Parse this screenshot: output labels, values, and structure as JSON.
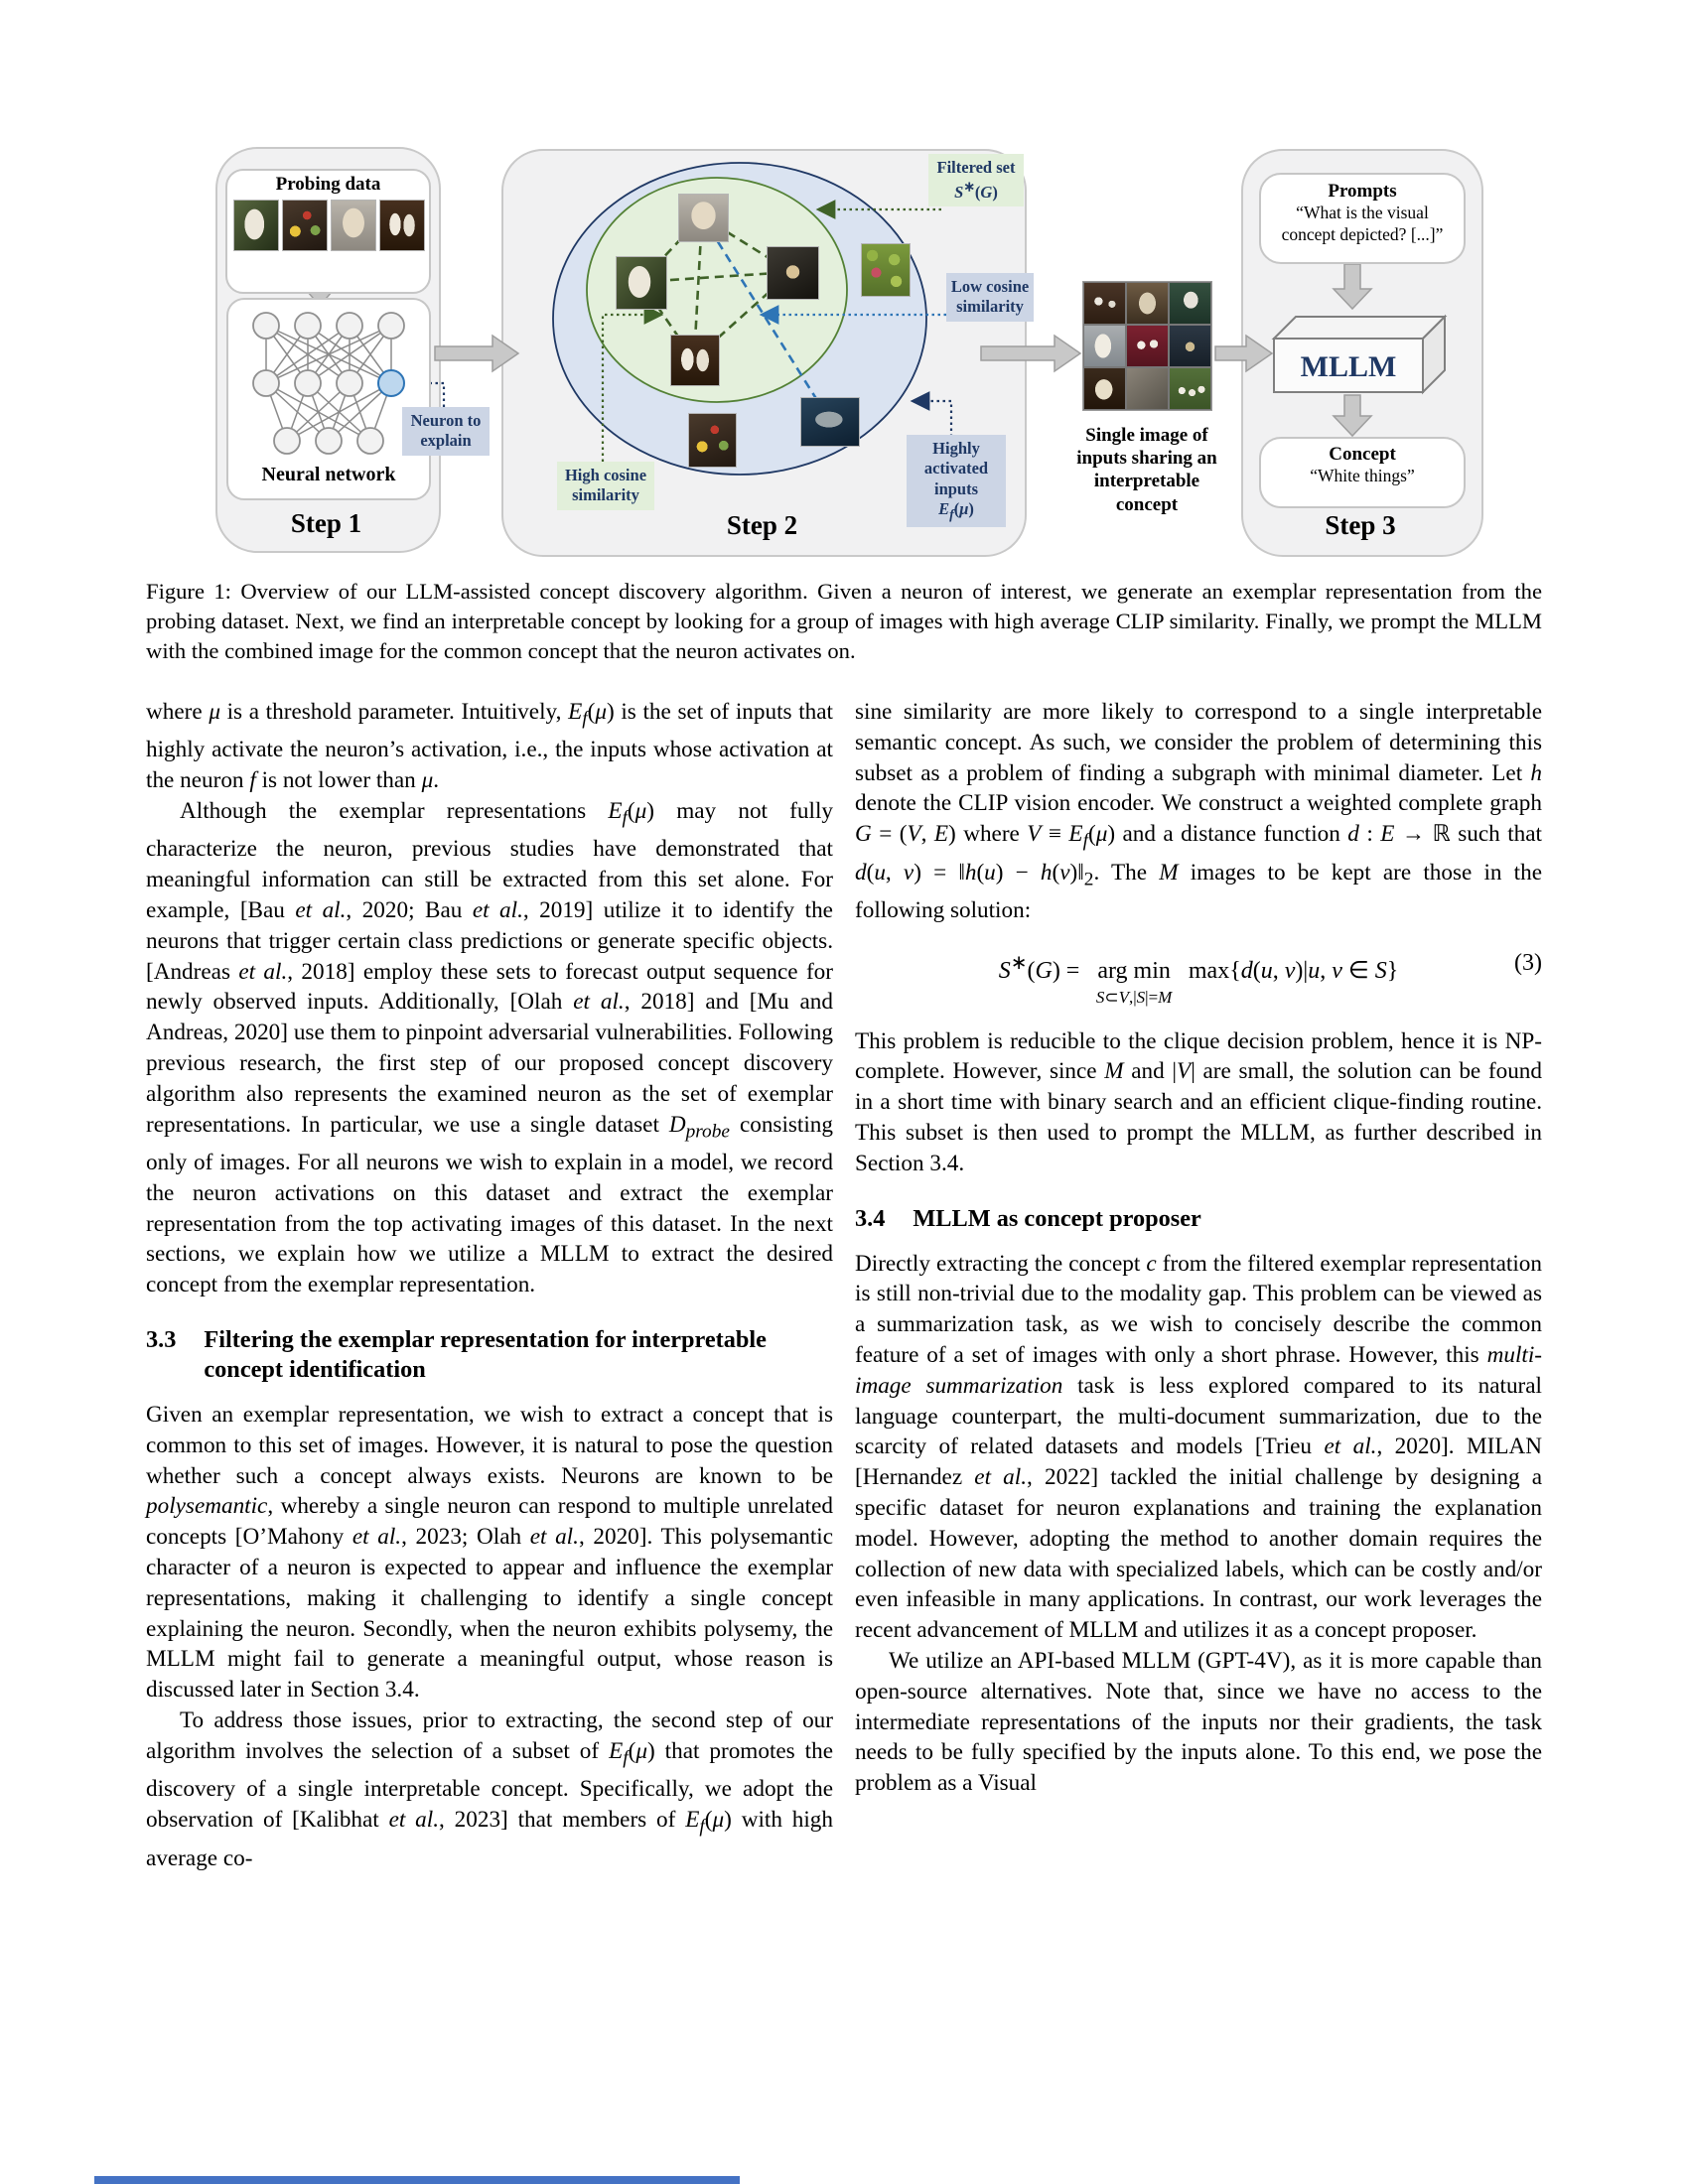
{
  "colors": {
    "navy_accent": "#1f3864",
    "green_label_bg": "#e2efda",
    "blue_label_bg": "#ccd5e5",
    "green_ellipse": "#e4f0dc",
    "blue_ellipse": "#dae3f1",
    "bottom_bar_blue": "#4472c4"
  },
  "figure": {
    "step1": {
      "probing_title": "Probing data",
      "network_label": "Neural network",
      "step_label": "Step 1",
      "neuron_callout": "Neuron to explain"
    },
    "step2": {
      "step_label": "Step 2",
      "filtered_line1": "Filtered set",
      "filtered_line2": "*S*^∗^(*G*)",
      "low_callout": "Low cosine similarity",
      "high_callout": "High cosine similarity",
      "highly_line1": "Highly activated inputs",
      "highly_line2": "*E~f~*(*μ*)"
    },
    "bridge": {
      "single_image_caption": "Single image of inputs sharing an interpretable concept"
    },
    "step3": {
      "step_label": "Step 3",
      "prompts_title": "Prompts",
      "prompts_text": "“What is the visual concept depicted? [...]”",
      "mllm_label": "MLLM",
      "concept_title": "Concept",
      "concept_text": "“White things”"
    }
  },
  "caption": "Figure 1: Overview of our LLM-assisted concept discovery algorithm. Given a neuron of interest, we generate an exemplar representation from the probing dataset. Next, we find an interpretable concept by looking for a group of images with high average CLIP similarity. Finally, we prompt the MLLM with the combined image for the common concept that the neuron activates on.",
  "left_column": {
    "p1": "where *μ* is a threshold parameter. Intuitively, *E~f~*(*μ*) is the set of inputs that highly activate the neuron’s activation, i.e., the inputs whose activation at the neuron *f* is not lower than *μ*.",
    "p2": "Although the exemplar representations *E~f~*(*μ*) may not fully characterize the neuron, previous studies have demonstrated that meaningful information can still be extracted from this set alone. For example, [Bau *et al.*, 2020; Bau *et al.*, 2019] utilize it to identify the neurons that trigger certain class predictions or generate specific objects. [Andreas *et al.*, 2018] employ these sets to forecast output sequence for newly observed inputs. Additionally, [Olah *et al.*, 2018] and [Mu and Andreas, 2020] use them to pinpoint adversarial vulnerabilities. Following previous research, the first step of our proposed concept discovery algorithm also represents the examined neuron as the set of exemplar representations. In particular, we use a single dataset *D~probe~* consisting only of images. For all neurons we wish to explain in a model, we record the neuron activations on this dataset and extract the exemplar representation from the top activating images of this dataset. In the next sections, we explain how we utilize a MLLM to extract the desired concept from the exemplar representation.",
    "heading_33": {
      "number": "3.3",
      "title": "Filtering the exemplar representation for interpretable concept identification"
    },
    "p3": "Given an exemplar representation, we wish to extract a concept that is common to this set of images. However, it is natural to pose the question whether such a concept always exists. Neurons are known to be *polysemantic*, whereby a single neuron can respond to multiple unrelated concepts [O’Mahony *et al.*, 2023; Olah *et al.*, 2020]. This polysemantic character of a neuron is expected to appear and influence the exemplar representations, making it challenging to identify a single concept explaining the neuron. Secondly, when the neuron exhibits polysemy, the MLLM might fail to generate a meaningful output, whose reason is discussed later in Section 3.4.",
    "p4": "To address those issues, prior to extracting, the second step of our algorithm involves the selection of a subset of *E~f~*(*μ*) that promotes the discovery of a single interpretable concept. Specifically, we adopt the observation of [Kalibhat *et al.*, 2023] that members of *E~f~*(*μ*) with high average co-"
  },
  "right_column": {
    "p1": "sine similarity are more likely to correspond to a single interpretable semantic concept. As such, we consider the problem of determining this subset as a problem of finding a subgraph with minimal diameter. Let *h* denote the CLIP vision encoder. We construct a weighted complete graph *G* = (*V*, *E*) where *V* ≡ *E~f~*(*μ*) and a distance function *d* : *E* → ℝ such that *d*(*u*, *v*) = ‖*h*(*u*) − *h*(*v*)‖~2~. The *M* images to be kept are those in the following solution:",
    "equation": {
      "lhs": "*S*^∗^(*G*) =",
      "operator": "arg min",
      "constraint": "*S*⊂*V*,|*S*|=*M*",
      "body": "max{*d*(*u*, *v*)|*u*, *v* ∈ *S*}",
      "number": "(3)"
    },
    "p2": "This problem is reducible to the clique decision problem, hence it is NP-complete. However, since *M* and |*V*| are small, the solution can be found in a short time with binary search and an efficient clique-finding routine. This subset is then used to prompt the MLLM, as further described in Section 3.4.",
    "heading_34": {
      "number": "3.4",
      "title": "MLLM as concept proposer"
    },
    "p3": "Directly extracting the concept *c* from the filtered exemplar representation is still non-trivial due to the modality gap. This problem can be viewed as a summarization task, as we wish to concisely describe the common feature of a set of images with only a short phrase. However, this *multi-image summarization* task is less explored compared to its natural language counterpart, the multi-document summarization, due to the scarcity of related datasets and models [Trieu *et al.*, 2020]. MILAN [Hernandez *et al.*, 2022] tackled the initial challenge by designing a specific dataset for neuron explanations and training the explanation model. However, adopting the method to another domain requires the collection of new data with specialized labels, which can be costly and/or even infeasible in many applications. In contrast, our work leverages the recent advancement of MLLM and utilizes it as a concept proposer.",
    "p4": "We utilize an API-based MLLM (GPT-4V), as it is more capable than open-source alternatives. Note that, since we have no access to the intermediate representations of the inputs nor their gradients, the task needs to be fully specified by the inputs alone. To this end, we pose the problem as a Visual"
  }
}
